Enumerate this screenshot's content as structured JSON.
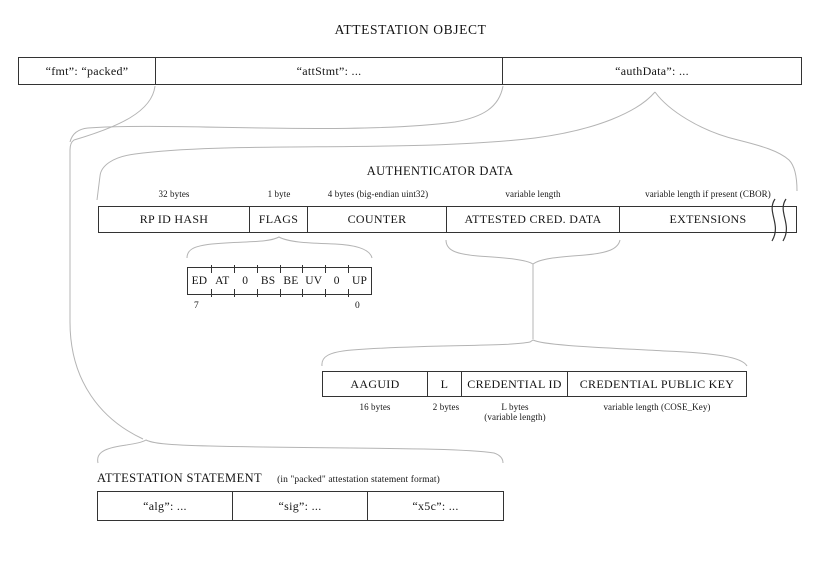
{
  "title": "ATTESTATION OBJECT",
  "attestation_object": {
    "fmt": "“fmt”: “packed”",
    "attStmt": "“attStmt”: ...",
    "authData": "“authData”: ..."
  },
  "authenticator_data": {
    "title": "AUTHENTICATOR DATA",
    "fields": [
      {
        "label": "RP ID HASH",
        "size": "32 bytes"
      },
      {
        "label": "FLAGS",
        "size": "1 byte"
      },
      {
        "label": "COUNTER",
        "size": "4 bytes (big-endian uint32)"
      },
      {
        "label": "ATTESTED CRED. DATA",
        "size": "variable length"
      },
      {
        "label": "EXTENSIONS",
        "size": "variable length if present (CBOR)"
      }
    ]
  },
  "flags_bits": {
    "bits": [
      "ED",
      "AT",
      "0",
      "BS",
      "BE",
      "UV",
      "0",
      "UP"
    ],
    "msb_label": "7",
    "lsb_label": "0"
  },
  "attested_credential_data": {
    "fields": [
      {
        "label": "AAGUID",
        "size": "16 bytes"
      },
      {
        "label": "L",
        "size": "2 bytes"
      },
      {
        "label": "CREDENTIAL ID",
        "size": "L bytes",
        "size2": "(variable length)"
      },
      {
        "label": "CREDENTIAL PUBLIC KEY",
        "size": "variable length (COSE_Key)"
      }
    ]
  },
  "attestation_statement": {
    "title": "ATTESTATION STATEMENT",
    "subtitle": "(in \"packed\" attestation statement format)",
    "fields": [
      {
        "label": "“alg”: ..."
      },
      {
        "label": "“sig”: ..."
      },
      {
        "label": "“x5c”: ..."
      }
    ]
  },
  "colors": {
    "connector_line": "#b4b4b4",
    "box_border": "#333333",
    "text": "#141414",
    "background": "#ffffff"
  }
}
